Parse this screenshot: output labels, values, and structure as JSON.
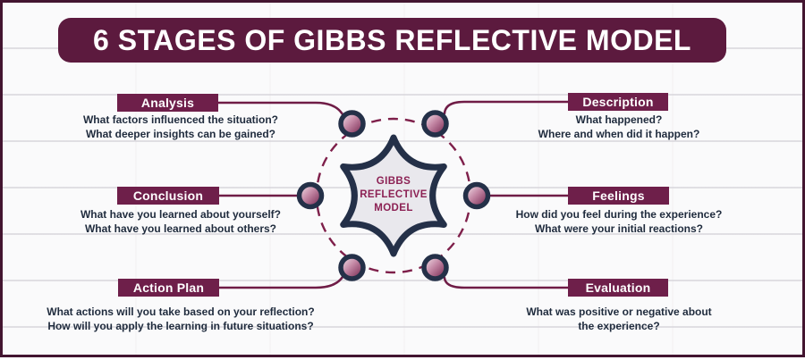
{
  "title": "6 STAGES OF GIBBS REFLECTIVE MODEL",
  "center": {
    "label_lines": [
      "GIBBS",
      "REFLECTIVE",
      "MODEL"
    ]
  },
  "stages": [
    {
      "label": "Analysis",
      "questions": [
        "What factors influenced the situation?",
        "What deeper insights can be gained?"
      ]
    },
    {
      "label": "Description",
      "questions": [
        "What happened?",
        "Where and when did it happen?"
      ]
    },
    {
      "label": "Conclusion",
      "questions": [
        "What have you learned about yourself?",
        "What have you learned about others?"
      ]
    },
    {
      "label": "Feelings",
      "questions": [
        "How did you feel during the experience?",
        "What were your initial reactions?"
      ]
    },
    {
      "label": "Action Plan",
      "questions": [
        "What actions will you take based on your reflection?",
        "How will you apply the learning in future situations?"
      ]
    },
    {
      "label": "Evaluation",
      "questions": [
        "What was positive or negative about",
        "the experience?"
      ]
    }
  ],
  "colors": {
    "banner_bg": "#5c1a3e",
    "label_box_bg": "#6e1f4a",
    "connector_line": "#6f1c46",
    "dashed_circle": "#7e1f4a",
    "outline_navy": "#243048",
    "shape_fill": "#e9e8ed",
    "center_text": "#8c2154",
    "question_text": "#1f2b3d",
    "node_gradient_start": "#f7ebf1",
    "node_gradient_end": "#6d1c46",
    "background": "#f5f4f6",
    "border": "#431530"
  }
}
